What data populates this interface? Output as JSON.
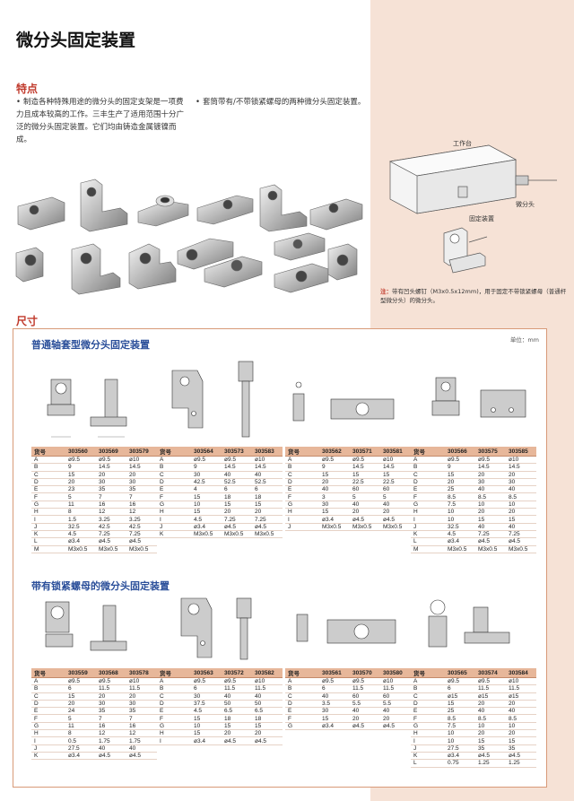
{
  "title": "微分头固定装置",
  "features": {
    "heading": "特点",
    "item1": "制造各种特殊用途的微分头的固定支架是一项费力且成本较高的工作。三丰生产了适用范围十分广泛的微分头固定装置。它们均由铸造金属镀镍而成。",
    "item2": "套筒带有/不带锁紧螺母的两种微分头固定装置。"
  },
  "diagram_labels": {
    "worktable": "工作台",
    "micrometer_head": "微分头",
    "fixture": "固定装置"
  },
  "note": {
    "prefix": "注：",
    "text": "带有凹头螺钉（M3x0.5x12mm)，用于固定不带锁紧螺母（普通杆型微分头）的微分头。"
  },
  "dimensions_heading": "尺寸",
  "unit": "单位：mm",
  "section1_title": "普通轴套型微分头固定装置",
  "section2_title": "带有锁紧螺母的微分头固定装置",
  "tables": {
    "t1": {
      "header": [
        "货号",
        "303560",
        "303569",
        "303579"
      ],
      "rows": [
        [
          "A",
          "ø9.5",
          "ø9.5",
          "ø10"
        ],
        [
          "B",
          "9",
          "14.5",
          "14.5"
        ],
        [
          "C",
          "15",
          "20",
          "20"
        ],
        [
          "D",
          "20",
          "30",
          "30"
        ],
        [
          "E",
          "23",
          "35",
          "35"
        ],
        [
          "F",
          "5",
          "7",
          "7"
        ],
        [
          "G",
          "11",
          "16",
          "16"
        ],
        [
          "H",
          "8",
          "12",
          "12"
        ],
        [
          "I",
          "1.5",
          "3.25",
          "3.25"
        ],
        [
          "J",
          "32.5",
          "42.5",
          "42.5"
        ],
        [
          "K",
          "4.5",
          "7.25",
          "7.25"
        ],
        [
          "L",
          "ø3.4",
          "ø4.5",
          "ø4.5"
        ],
        [
          "M",
          "M3x0.5",
          "M3x0.5",
          "M3x0.5"
        ]
      ]
    },
    "t2": {
      "header": [
        "货号",
        "303564",
        "303573",
        "303583"
      ],
      "rows": [
        [
          "A",
          "ø9.5",
          "ø9.5",
          "ø10"
        ],
        [
          "B",
          "9",
          "14.5",
          "14.5"
        ],
        [
          "C",
          "30",
          "40",
          "40"
        ],
        [
          "D",
          "42.5",
          "52.5",
          "52.5"
        ],
        [
          "E",
          "4",
          "6",
          "6"
        ],
        [
          "F",
          "15",
          "18",
          "18"
        ],
        [
          "G",
          "10",
          "15",
          "15"
        ],
        [
          "H",
          "15",
          "20",
          "20"
        ],
        [
          "I",
          "4.5",
          "7.25",
          "7.25"
        ],
        [
          "J",
          "ø3.4",
          "ø4.5",
          "ø4.5"
        ],
        [
          "K",
          "M3x0.5",
          "M3x0.5",
          "M3x0.5"
        ]
      ]
    },
    "t3": {
      "header": [
        "货号",
        "303562",
        "303571",
        "303581"
      ],
      "rows": [
        [
          "A",
          "ø9.5",
          "ø9.5",
          "ø10"
        ],
        [
          "B",
          "9",
          "14.5",
          "14.5"
        ],
        [
          "C",
          "15",
          "15",
          "15"
        ],
        [
          "D",
          "20",
          "22.5",
          "22.5"
        ],
        [
          "E",
          "40",
          "60",
          "60"
        ],
        [
          "F",
          "3",
          "5",
          "5"
        ],
        [
          "G",
          "30",
          "40",
          "40"
        ],
        [
          "H",
          "15",
          "20",
          "20"
        ],
        [
          "I",
          "ø3.4",
          "ø4.5",
          "ø4.5"
        ],
        [
          "J",
          "M3x0.5",
          "M3x0.5",
          "M3x0.5"
        ]
      ]
    },
    "t4": {
      "header": [
        "货号",
        "303566",
        "303575",
        "303585"
      ],
      "rows": [
        [
          "A",
          "ø9.5",
          "ø9.5",
          "ø10"
        ],
        [
          "B",
          "9",
          "14.5",
          "14.5"
        ],
        [
          "C",
          "15",
          "20",
          "20"
        ],
        [
          "D",
          "20",
          "30",
          "30"
        ],
        [
          "E",
          "25",
          "40",
          "40"
        ],
        [
          "F",
          "8.5",
          "8.5",
          "8.5"
        ],
        [
          "G",
          "7.5",
          "10",
          "10"
        ],
        [
          "H",
          "10",
          "20",
          "20"
        ],
        [
          "I",
          "10",
          "15",
          "15"
        ],
        [
          "J",
          "32.5",
          "40",
          "40"
        ],
        [
          "K",
          "4.5",
          "7.25",
          "7.25"
        ],
        [
          "L",
          "ø3.4",
          "ø4.5",
          "ø4.5"
        ],
        [
          "M",
          "M3x0.5",
          "M3x0.5",
          "M3x0.5"
        ]
      ]
    },
    "t5": {
      "header": [
        "货号",
        "303559",
        "303568",
        "303578"
      ],
      "rows": [
        [
          "A",
          "ø9.5",
          "ø9.5",
          "ø10"
        ],
        [
          "B",
          "6",
          "11.5",
          "11.5"
        ],
        [
          "C",
          "15",
          "20",
          "20"
        ],
        [
          "D",
          "20",
          "30",
          "30"
        ],
        [
          "E",
          "24",
          "35",
          "35"
        ],
        [
          "F",
          "5",
          "7",
          "7"
        ],
        [
          "G",
          "11",
          "16",
          "16"
        ],
        [
          "H",
          "8",
          "12",
          "12"
        ],
        [
          "I",
          "0.5",
          "1.75",
          "1.75"
        ],
        [
          "J",
          "27.5",
          "40",
          "40"
        ],
        [
          "K",
          "ø3.4",
          "ø4.5",
          "ø4.5"
        ]
      ]
    },
    "t6": {
      "header": [
        "货号",
        "303563",
        "303572",
        "303582"
      ],
      "rows": [
        [
          "A",
          "ø9.5",
          "ø9.5",
          "ø10"
        ],
        [
          "B",
          "6",
          "11.5",
          "11.5"
        ],
        [
          "C",
          "30",
          "40",
          "40"
        ],
        [
          "D",
          "37.5",
          "50",
          "50"
        ],
        [
          "E",
          "4.5",
          "6.5",
          "6.5"
        ],
        [
          "F",
          "15",
          "18",
          "18"
        ],
        [
          "G",
          "10",
          "15",
          "15"
        ],
        [
          "H",
          "15",
          "20",
          "20"
        ],
        [
          "I",
          "ø3.4",
          "ø4.5",
          "ø4.5"
        ]
      ]
    },
    "t7": {
      "header": [
        "货号",
        "303561",
        "303570",
        "303580"
      ],
      "rows": [
        [
          "A",
          "ø9.5",
          "ø9.5",
          "ø10"
        ],
        [
          "B",
          "6",
          "11.5",
          "11.5"
        ],
        [
          "C",
          "40",
          "60",
          "60"
        ],
        [
          "D",
          "3.5",
          "5.5",
          "5.5"
        ],
        [
          "E",
          "30",
          "40",
          "40"
        ],
        [
          "F",
          "15",
          "20",
          "20"
        ],
        [
          "G",
          "ø3.4",
          "ø4.5",
          "ø4.5"
        ]
      ]
    },
    "t8": {
      "header": [
        "货号",
        "303565",
        "303574",
        "303584"
      ],
      "rows": [
        [
          "A",
          "ø9.5",
          "ø9.5",
          "ø10"
        ],
        [
          "B",
          "6",
          "11.5",
          "11.5"
        ],
        [
          "C",
          "ø15",
          "ø15",
          "ø15"
        ],
        [
          "D",
          "15",
          "20",
          "20"
        ],
        [
          "E",
          "25",
          "40",
          "40"
        ],
        [
          "F",
          "8.5",
          "8.5",
          "8.5"
        ],
        [
          "G",
          "7.5",
          "10",
          "10"
        ],
        [
          "H",
          "10",
          "20",
          "20"
        ],
        [
          "I",
          "10",
          "15",
          "15"
        ],
        [
          "J",
          "27.5",
          "35",
          "35"
        ],
        [
          "K",
          "ø3.4",
          "ø4.5",
          "ø4.5"
        ],
        [
          "L",
          "0.75",
          "1.25",
          "1.25"
        ]
      ]
    }
  }
}
